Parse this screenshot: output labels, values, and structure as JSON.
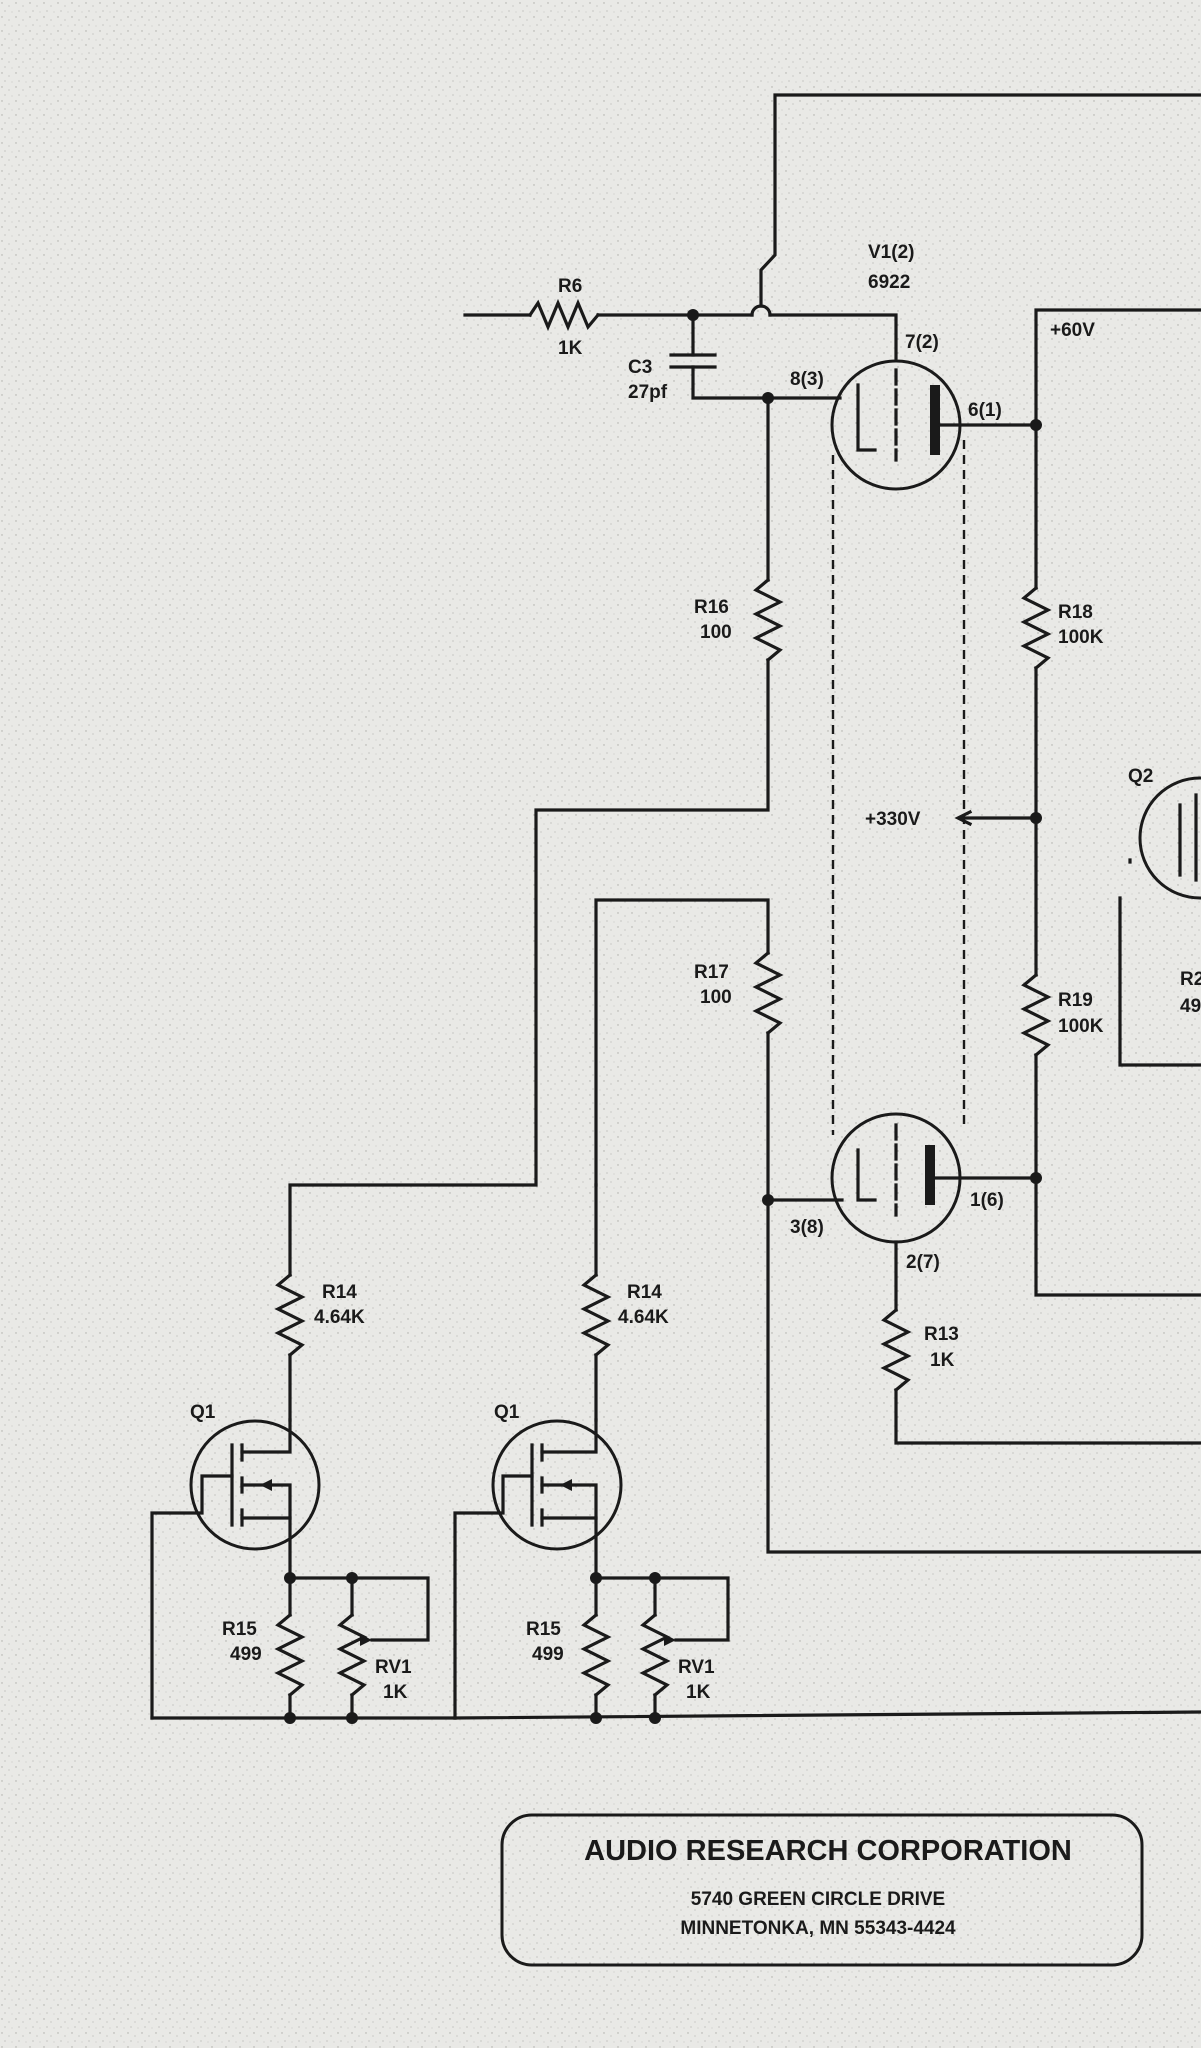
{
  "components": {
    "r6": {
      "ref": "R6",
      "value": "1K"
    },
    "c3": {
      "ref": "C3",
      "value": "27pf"
    },
    "v1": {
      "ref": "V1(2)",
      "type": "6922"
    },
    "r16": {
      "ref": "R16",
      "value": "100"
    },
    "r17": {
      "ref": "R17",
      "value": "100"
    },
    "r18": {
      "ref": "R18",
      "value": "100K"
    },
    "r19": {
      "ref": "R19",
      "value": "100K"
    },
    "r13": {
      "ref": "R13",
      "value": "1K"
    },
    "r14a": {
      "ref": "R14",
      "value": "4.64K"
    },
    "r14b": {
      "ref": "R14",
      "value": "4.64K"
    },
    "q1a": {
      "ref": "Q1"
    },
    "q1b": {
      "ref": "Q1"
    },
    "q2": {
      "ref": "Q2"
    },
    "r15a": {
      "ref": "R15",
      "value": "499"
    },
    "r15b": {
      "ref": "R15",
      "value": "499"
    },
    "rv1a": {
      "ref": "RV1",
      "value": "1K"
    },
    "rv1b": {
      "ref": "RV1",
      "value": "1K"
    },
    "partial_r": {
      "ref": "R2",
      "value": "49"
    }
  },
  "pins": {
    "v1_top_grid": "8(3)",
    "v1_top_plate_pin": "7(2)",
    "v1_top_plate": "6(1)",
    "v1_bot_grid": "3(8)",
    "v1_bot_cathode": "2(7)",
    "v1_bot_plate": "1(6)"
  },
  "rails": {
    "plus60": "+60V",
    "plus330": "+330V"
  },
  "footer": {
    "company": "AUDIO RESEARCH CORPORATION",
    "address_line1": "5740 GREEN CIRCLE DRIVE",
    "address_line2": "MINNETONKA, MN 55343-4424"
  },
  "colors": {
    "ink": "#1a1a1a",
    "paper": "#e9e9e6"
  }
}
